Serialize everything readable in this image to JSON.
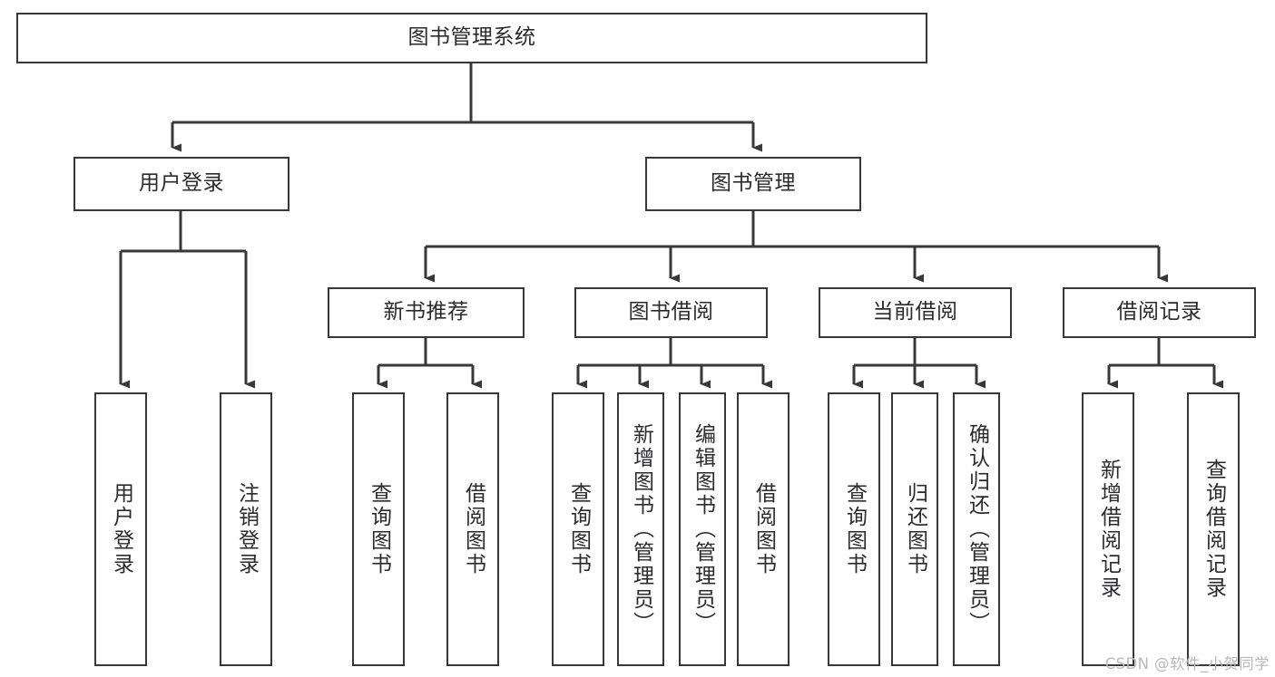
{
  "diagram": {
    "title": "图书管理系统",
    "type": "tree",
    "root": {
      "label": "图书管理系统"
    },
    "level1": [
      {
        "label": "用户登录"
      },
      {
        "label": "图书管理"
      }
    ],
    "level2": [
      {
        "label": "新书推荐"
      },
      {
        "label": "图书借阅"
      },
      {
        "label": "当前借阅"
      },
      {
        "label": "借阅记录"
      }
    ],
    "leaves": {
      "user_login": [
        {
          "label": "用户登录"
        },
        {
          "label": "注销登录"
        }
      ],
      "new_book": [
        {
          "label": "查询图书"
        },
        {
          "label": "借阅图书"
        }
      ],
      "book_borrow": [
        {
          "label": "查询图书"
        },
        {
          "label": "新增图书（管理员）"
        },
        {
          "label": "编辑图书（管理员）"
        },
        {
          "label": "借阅图书"
        }
      ],
      "current_borrow": [
        {
          "label": "查询图书"
        },
        {
          "label": "归还图书"
        },
        {
          "label": "确认归还（管理员）"
        }
      ],
      "borrow_record": [
        {
          "label": "新增借阅记录"
        },
        {
          "label": "查询借阅记录"
        }
      ]
    }
  },
  "watermark": {
    "text": "CSDN @软件_小贺同学"
  },
  "colors": {
    "border": "#38383a",
    "text": "#2b2b2d",
    "background": "#ffffff",
    "watermark": "#b9b9bb"
  }
}
